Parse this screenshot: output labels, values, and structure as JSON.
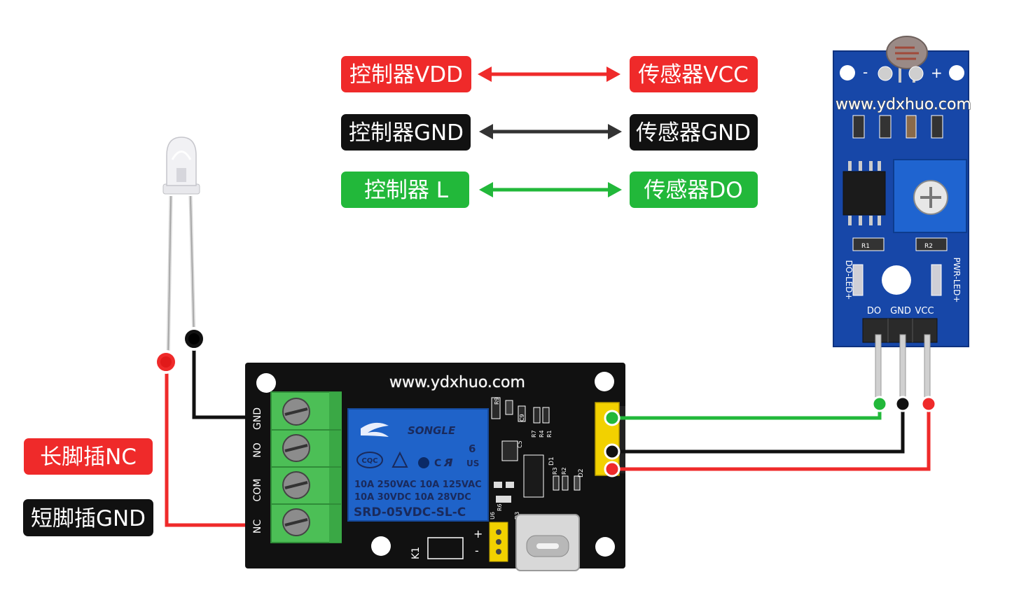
{
  "colors": {
    "red": "#ef2a2a",
    "black": "#111111",
    "green": "#22b83a",
    "board_black": "#111111",
    "sensor_blue": "#1747a8",
    "relay_blue": "#1f63c9",
    "terminal_green": "#4cbf56"
  },
  "legend": {
    "rows": [
      {
        "left": "控制器VDD",
        "right": "传感器VCC",
        "color": "red"
      },
      {
        "left": "控制器GND",
        "right": "传感器GND",
        "color": "black"
      },
      {
        "left": "控制器 L",
        "right": "传感器DO",
        "color": "green"
      }
    ]
  },
  "watermarks": {
    "sensor": "www.ydxhuo.com",
    "relay": "www.ydxhuo.com"
  },
  "callouts": {
    "long_leg": "长脚插NC",
    "short_leg": "短脚插GND"
  },
  "relay_board": {
    "terminals": [
      "GND",
      "NO",
      "COM",
      "NC"
    ],
    "relay_brand": "SONGLE",
    "relay_lines": [
      "10A 250VAC  10A 125VAC",
      "10A  30VDC  10A  28VDC",
      "SRD-05VDC-SL-C"
    ],
    "relay_pin": "6",
    "cqc": "CQC",
    "us": "US",
    "c": "C",
    "k1": "K1",
    "plus": "+",
    "minus": "-",
    "d1": "D1",
    "d2": "D2",
    "r_labels": [
      "R9",
      "R7",
      "R4",
      "R1",
      "R3",
      "R2",
      "R6",
      "C5",
      "C9",
      "U6",
      "D3"
    ]
  },
  "sensor_board": {
    "pins": [
      "DO",
      "GND",
      "VCC"
    ],
    "minus": "-",
    "plus": "+",
    "do_led": "DO-LED+",
    "pwr_led": "PWR-LED+",
    "r_labels": [
      "R1",
      "R2"
    ]
  }
}
